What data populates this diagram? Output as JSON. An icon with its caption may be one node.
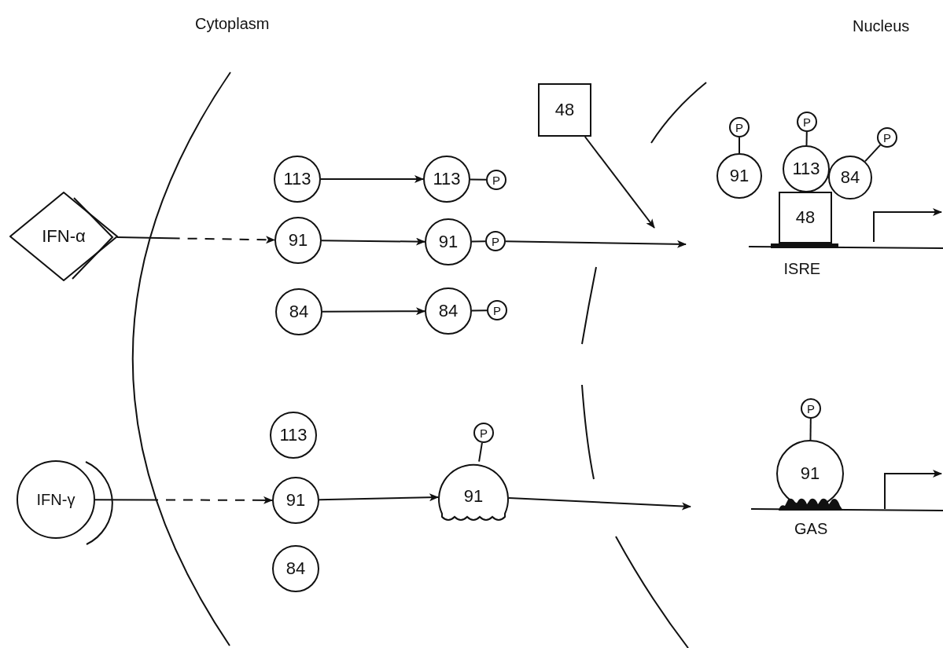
{
  "diagram": {
    "nodes": [
      {
        "text": [
          "IFN-α"
        ]
      },
      {
        "text": [
          "113"
        ]
      },
      {
        "text": [
          "113"
        ]
      },
      {
        "text": [
          "P"
        ]
      },
      {
        "text": [
          "91"
        ]
      },
      {
        "text": [
          "91"
        ]
      },
      {
        "text": [
          "P"
        ]
      },
      {
        "text": [
          "84"
        ]
      },
      {
        "text": [
          "84"
        ]
      },
      {
        "text": [
          "P"
        ]
      },
      {
        "text": [
          "48"
        ]
      },
      {
        "text": [
          "P"
        ]
      },
      {
        "text": [
          "P"
        ]
      },
      {
        "text": [
          "P"
        ]
      },
      {
        "text": [
          "91"
        ]
      },
      {
        "text": [
          "113"
        ]
      },
      {
        "text": [
          "84"
        ]
      },
      {
        "text": [
          "48"
        ]
      },
      {
        "text": [
          "IFN-γ"
        ]
      },
      {
        "text": [
          "113"
        ]
      },
      {
        "text": [
          "91"
        ]
      },
      {
        "text": [
          "84"
        ]
      },
      {
        "text": [
          "P"
        ]
      },
      {
        "text": [
          "91"
        ]
      },
      {
        "text": [
          "P"
        ]
      },
      {
        "text": [
          "91"
        ]
      }
    ],
    "edges": [
      {
        "from": 0,
        "to": 4,
        "arrow": "to",
        "style": "dashed"
      },
      {
        "from": 1,
        "to": 2,
        "arrow": "to"
      },
      {
        "from": 4,
        "to": 5,
        "arrow": "to"
      },
      {
        "from": 7,
        "to": 8,
        "arrow": "to"
      },
      {
        "from": 2,
        "to": 3,
        "arrow": "none"
      },
      {
        "from": 5,
        "to": 6,
        "arrow": "none"
      },
      {
        "from": 8,
        "to": 9,
        "arrow": "none"
      },
      {
        "from": 10,
        "to": null,
        "arrow": "to"
      },
      {
        "from": 6,
        "to": null,
        "arrow": "to"
      },
      {
        "from": 11,
        "to": 14,
        "arrow": "none"
      },
      {
        "from": 12,
        "to": 15,
        "arrow": "none"
      },
      {
        "from": 13,
        "to": 16,
        "arrow": "none"
      },
      {
        "from": 18,
        "to": 20,
        "arrow": "to",
        "style": "dashed"
      },
      {
        "from": 20,
        "to": 23,
        "arrow": "to"
      },
      {
        "from": 22,
        "to": 23,
        "arrow": "none"
      },
      {
        "from": 23,
        "to": null,
        "arrow": "to"
      },
      {
        "from": 24,
        "to": 25,
        "arrow": "none"
      }
    ],
    "labels": [
      "Cytoplasm",
      "Nucleus",
      "ISRE",
      "GAS"
    ]
  }
}
